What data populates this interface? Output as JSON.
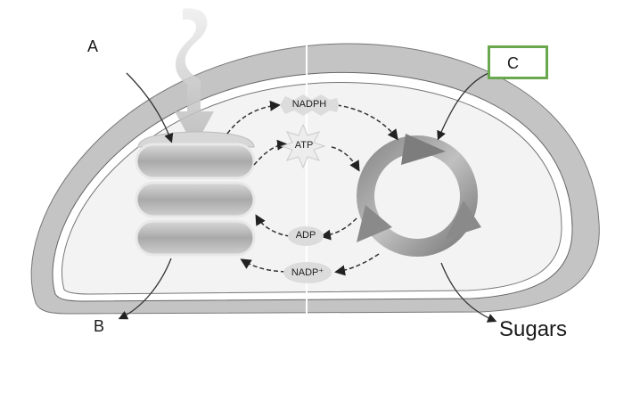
{
  "diagram": {
    "title": "Chloroplast photosynthesis diagram",
    "labels": {
      "a": "A",
      "b": "B",
      "c": "C",
      "sugars": "Sugars"
    },
    "molecules": {
      "nadph": "NADPH",
      "atp": "ATP",
      "adp": "ADP",
      "nadp": "NADP⁺"
    },
    "colors": {
      "highlight_box": "#6aa84f",
      "outer_membrane": "#c4c4c4",
      "stroma": "#f3f3f3",
      "text": "#1a1a1a"
    }
  }
}
